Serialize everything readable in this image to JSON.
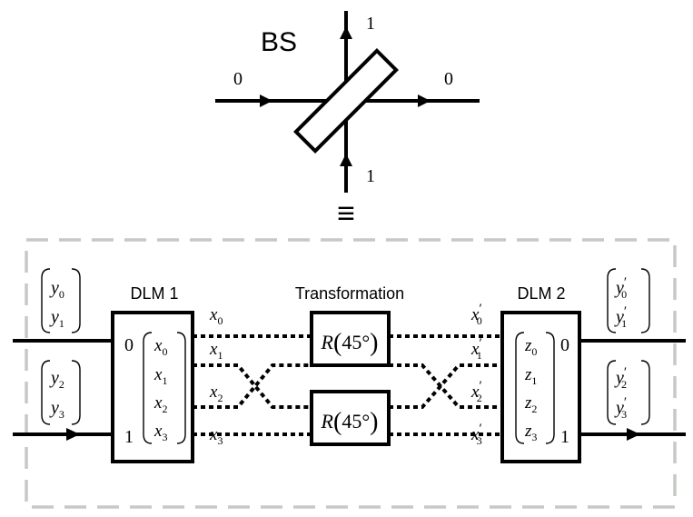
{
  "bs": {
    "title": "BS",
    "in_left": "0",
    "out_right": "0",
    "out_top": "1",
    "in_bottom": "1",
    "equiv": "≡"
  },
  "dlm1": {
    "title": "DLM 1",
    "port0": "0",
    "port1": "1",
    "vector": [
      "x",
      "x",
      "x",
      "x"
    ],
    "subs": [
      "0",
      "1",
      "2",
      "3"
    ]
  },
  "dlm2": {
    "title": "DLM 2",
    "port0": "0",
    "port1": "1",
    "vector": [
      "z",
      "z",
      "z",
      "z"
    ],
    "subs": [
      "0",
      "1",
      "2",
      "3"
    ]
  },
  "transformation": {
    "title": "Transformation",
    "gate_top": {
      "symbol": "R",
      "angle": "45°"
    },
    "gate_bottom": {
      "symbol": "R",
      "angle": "45°"
    }
  },
  "inputs": {
    "top": {
      "var": "y",
      "subs": [
        "0",
        "1"
      ]
    },
    "bottom": {
      "var": "y",
      "subs": [
        "2",
        "3"
      ]
    }
  },
  "outputs": {
    "top": {
      "var": "y",
      "subs": [
        "0",
        "1"
      ],
      "prime": "′"
    },
    "bottom": {
      "var": "y",
      "subs": [
        "2",
        "3"
      ],
      "prime": "′"
    }
  },
  "mode_labels_left": {
    "var": "x",
    "subs": [
      "0",
      "1",
      "2",
      "3"
    ]
  },
  "mode_labels_right": {
    "var": "x",
    "subs": [
      "0",
      "1",
      "2",
      "3"
    ],
    "prime": "′"
  }
}
